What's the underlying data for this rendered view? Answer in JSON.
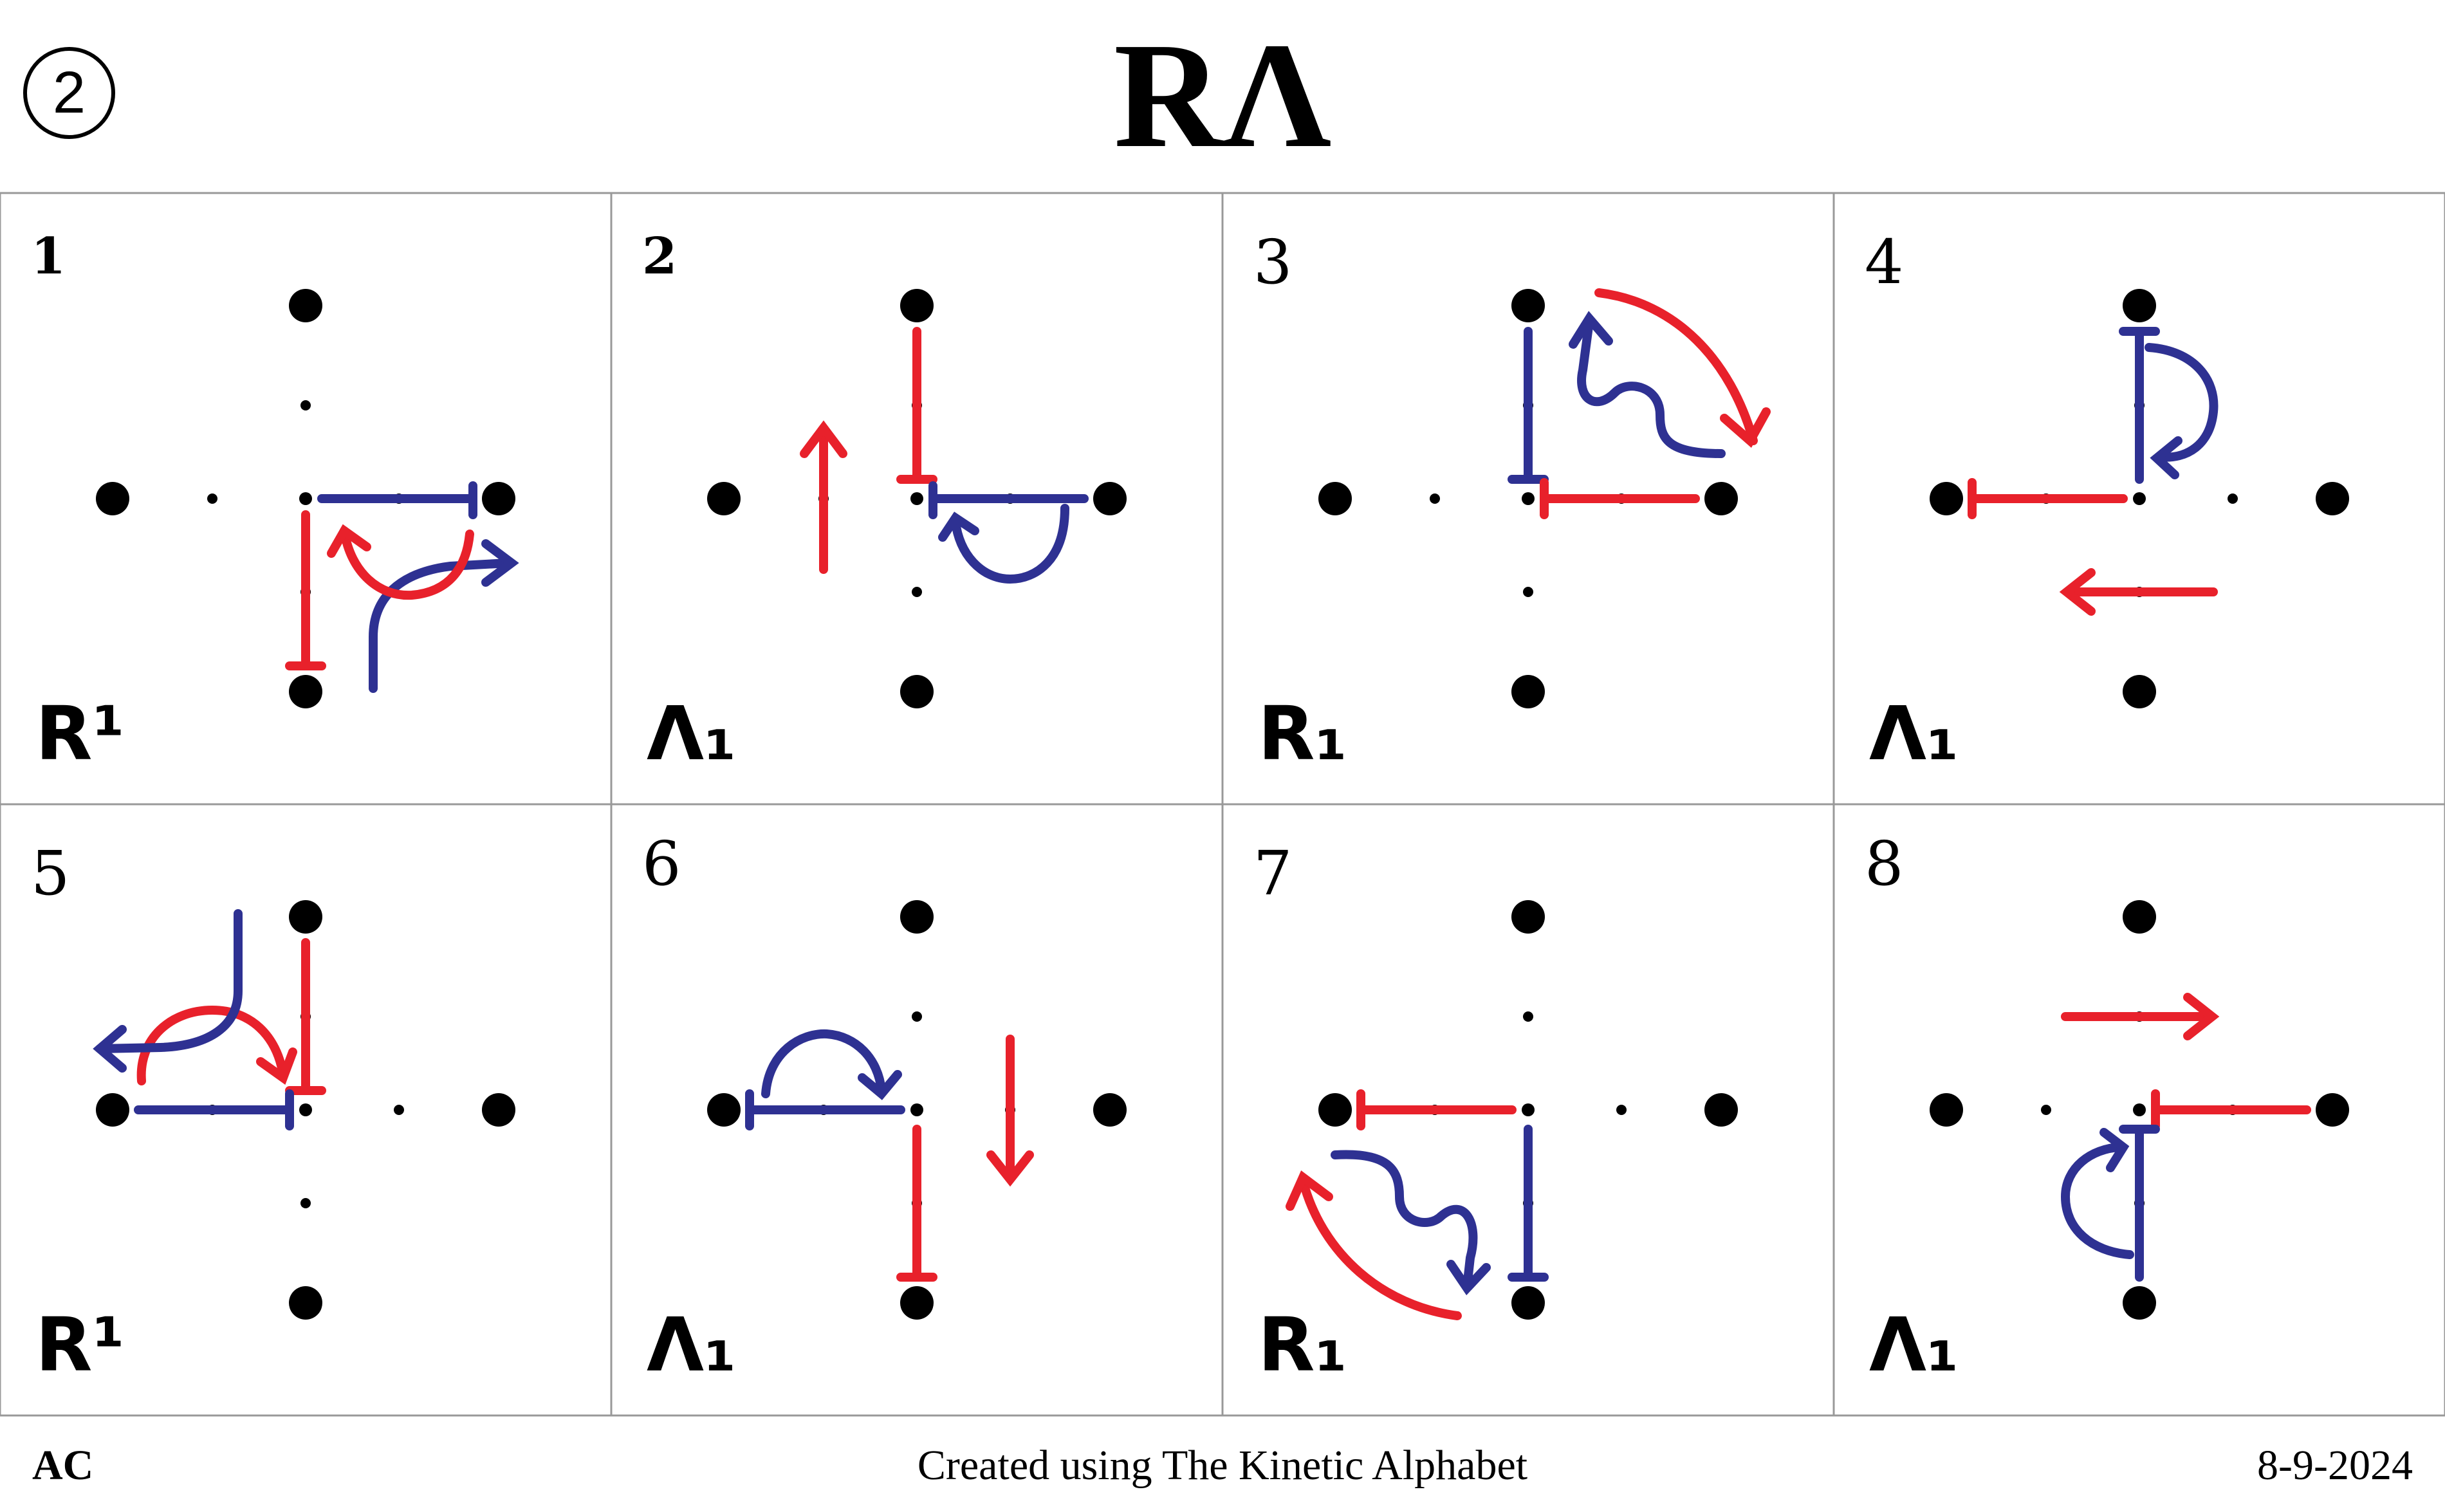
{
  "header": {
    "badge": "2",
    "title": "RΛ"
  },
  "colors": {
    "red": "#e8212b",
    "blue": "#2e3192",
    "dot": "#000000",
    "grid": "#999999"
  },
  "panels": [
    {
      "number": "1",
      "label": "R¹"
    },
    {
      "number": "2",
      "label": "Λ₁"
    },
    {
      "number": "3",
      "label": "R₁"
    },
    {
      "number": "4",
      "label": "Λ₁"
    },
    {
      "number": "5",
      "label": "R¹"
    },
    {
      "number": "6",
      "label": "Λ₁"
    },
    {
      "number": "7",
      "label": "R₁"
    },
    {
      "number": "8",
      "label": "Λ₁"
    }
  ],
  "footer": {
    "left": "AC",
    "center": "Created using The Kinetic Alphabet",
    "right": "8-9-2024"
  }
}
